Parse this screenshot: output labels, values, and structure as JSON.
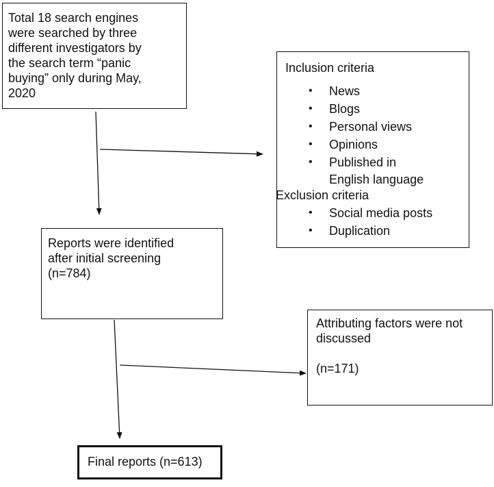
{
  "start_box": {
    "lines": [
      "Total 18 search engines",
      "were searched by three",
      "different investigators by",
      "the search term “panic",
      "buying” only during May,",
      "2020"
    ]
  },
  "criteria_box": {
    "inclusion_heading": "Inclusion criteria",
    "inclusion_items": [
      "News",
      "Blogs",
      "Personal views",
      "Opinions",
      "Published in",
      "English language"
    ],
    "exclusion_heading": "Exclusion criteria",
    "exclusion_items": [
      "Social media posts",
      "Duplication"
    ]
  },
  "reports_box": {
    "lines": [
      "Reports were identified",
      "after initial screening",
      "(n=784)"
    ]
  },
  "excluded_box": {
    "lines": [
      "Attributing factors were not",
      "discussed",
      "",
      "(n=171)"
    ]
  },
  "final_box": {
    "label": "Final reports (n=613)"
  }
}
